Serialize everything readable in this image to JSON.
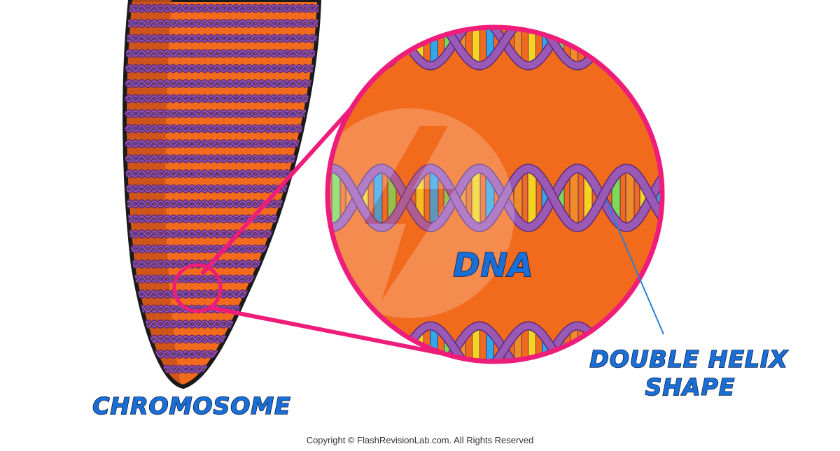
{
  "labels": {
    "chromosome": "CHROMOSOME",
    "dna": "DNA",
    "double_helix_line1": "DOUBLE HELIX",
    "double_helix_line2": "SHAPE"
  },
  "footer": {
    "copyright": "Copyright © FlashRevisionLab.com. All Rights Reserved"
  },
  "colors": {
    "chromosome_fill": "#f26b1d",
    "chromosome_shade": "#c9501a",
    "zoom_ring": "#ee1d7a",
    "helix_backbone": "#9b59b6",
    "helix_backbone_dark": "#5a2a7a",
    "leader_line": "#2a7fd4"
  },
  "icons": {
    "watermark": "flash-bolt-logo"
  }
}
